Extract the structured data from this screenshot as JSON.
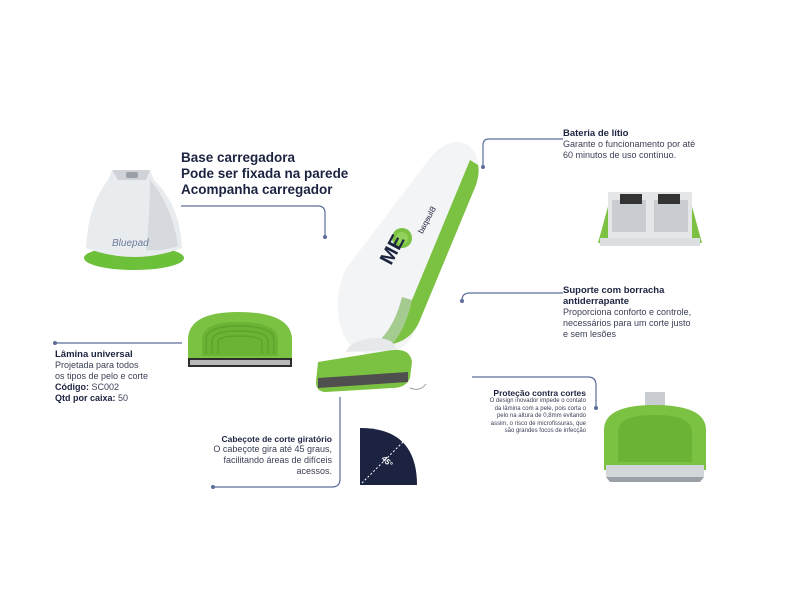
{
  "base": {
    "lines": [
      "Base carregadora",
      "Pode ser fixada na parede",
      "Acompanha carregador"
    ],
    "brand": "Bluepad"
  },
  "battery": {
    "title": "Bateria de lítio",
    "lines": [
      "Garante o funcionamento por até",
      "60 minutos de uso contínuo."
    ]
  },
  "grip": {
    "title_lines": [
      "Suporte com borracha",
      "antiderrapante"
    ],
    "lines": [
      "Proporciona conforto e controle,",
      "necessários para um corte justo",
      "e sem lesões"
    ]
  },
  "blade": {
    "title": "Lâmina universal",
    "lines": [
      "Projetada para todos",
      "os tipos de pelo e corte"
    ],
    "code_label": "Código:",
    "code_value": "SC002",
    "qty_label": "Qtd por caixa:",
    "qty_value": "50"
  },
  "protection": {
    "title": "Proteção contra cortes",
    "lines": [
      "O design inovador impede o contato",
      "da lâmina com a pele, pois corta o",
      "pelo na altura de 0,8mm evitando",
      "assim, o risco de microfissuras, que",
      "são grandes focos de infecção"
    ]
  },
  "rotating_head": {
    "title": "Cabeçote de corte giratório",
    "lines": [
      "O cabeçote gira até 45 graus,",
      "facilitando áreas de difíceis",
      "acessos."
    ],
    "angle": "45°"
  },
  "device": {
    "logo": "ME",
    "brand": "Bluepad"
  },
  "colors": {
    "green": "#7cc242",
    "navy": "#1c2340",
    "line": "#5b6d9a"
  }
}
